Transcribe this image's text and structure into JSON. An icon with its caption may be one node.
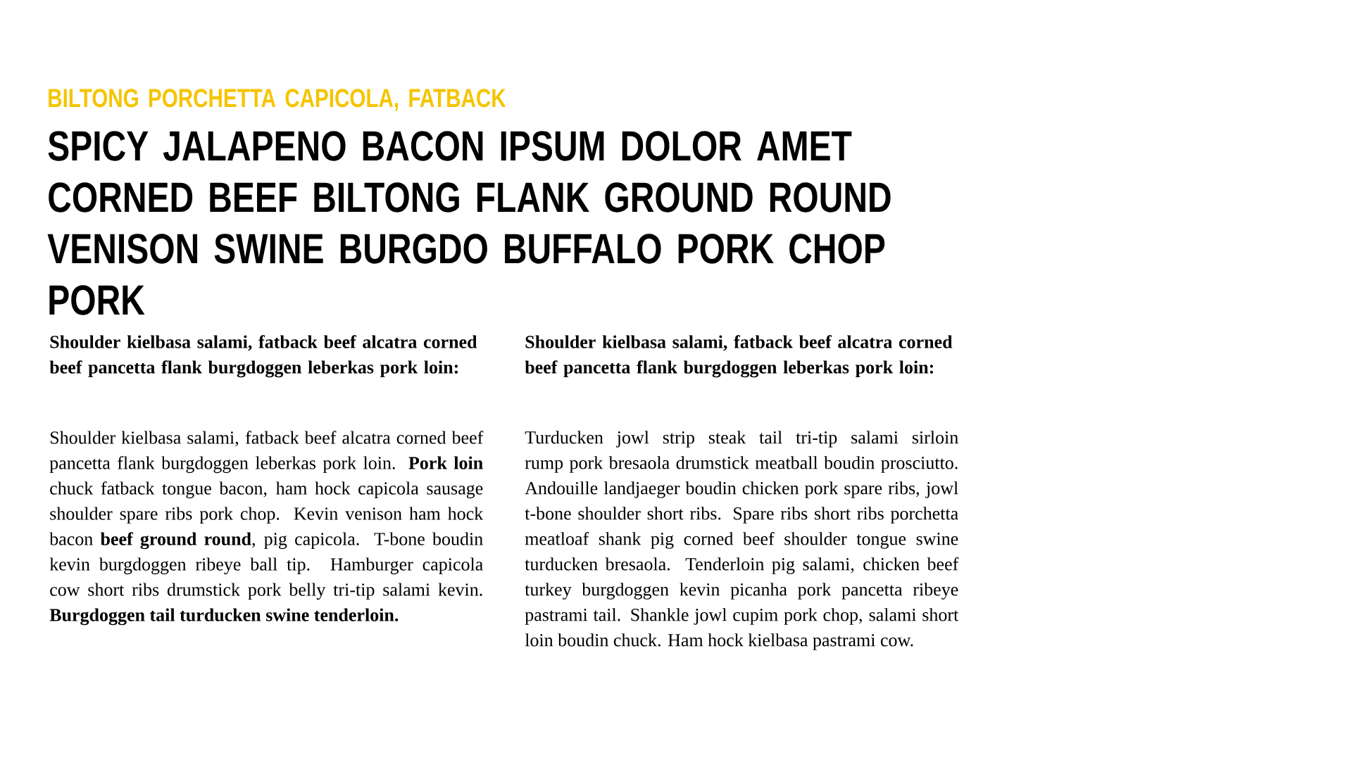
{
  "diagram": {
    "title": "SPICY JALAPENO BACON IPSUM DOLOR AMET CORNED BEEF BILTONG FLANK GROUND ROUND VENISON SWINE BURGDO BUFFALO PORK CHOP PORK",
    "labels": [
      "BILTONG PORCHETTA CAPICOLA, FATBACK",
      "Shoulder kielbasa salami, fatback beef alcatra corned beef pancetta flank burgdoggen leberkas pork loin:",
      "Shoulder kielbasa salami, fatback beef alcatra corned beef pancetta flank burgdoggen leberkas pork loin. **Pork loin** chuck fatback tongue bacon, ham hock capicola sausage shoulder spare ribs pork chop. Kevin venison ham hock bacon **beef ground round**, pig capicola. T-bone boudin kevin burgdoggen ribeye ball tip. Hamburger capicola cow short ribs drumstick pork belly tri-tip salami kevin. **Burgdoggen tail turducken swine tenderloin.**",
      "Shoulder kielbasa salami, fatback beef alcatra corned beef pancetta flank burgdoggen leberkas pork loin:",
      "Turducken jowl strip steak tail tri-tip salami sirloin rump pork bresaola drumstick meatball boudin prosciutto. Andouille landjaeger boudin chicken pork spare ribs, jowl t-bone shoulder short ribs. Spare ribs short ribs porchetta meatloaf shank pig corned beef shoulder tongue swine turducken bresaola. Tenderloin pig salami, chicken beef turkey burgdoggen kevin picanha pork pancetta ribeye pastrami tail. Shankle jowl cupim pork chop, salami short loin boudin chuck. Ham hock kielbasa pastrami cow."
    ]
  }
}
